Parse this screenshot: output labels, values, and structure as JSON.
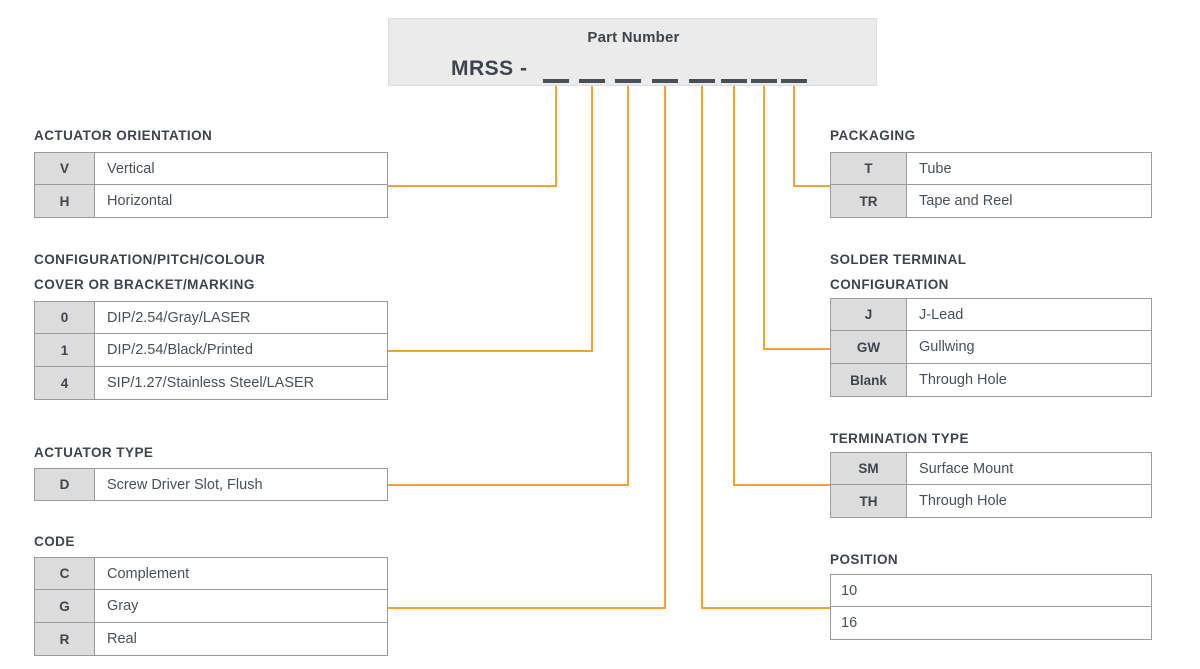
{
  "theme": {
    "connector_color": "#F5A22D",
    "header_fill": "#ebebeb",
    "code_cell_fill": "#dcdcdc",
    "border_color": "#9b9b9b",
    "text_color": "#3f444c"
  },
  "header": {
    "title": "Part Number",
    "prefix": "MRSS -",
    "blank_count": 8
  },
  "sections": [
    {
      "id": "actuator-orientation",
      "title": "ACTUATOR ORIENTATION",
      "has_code_column": true,
      "rows": [
        {
          "code": "V",
          "desc": "Vertical"
        },
        {
          "code": "H",
          "desc": "Horizontal"
        }
      ]
    },
    {
      "id": "configuration",
      "title": "CONFIGURATION/PITCH/COLOUR\nCOVER OR BRACKET/MARKING",
      "has_code_column": true,
      "rows": [
        {
          "code": "0",
          "desc": "DIP/2.54/Gray/LASER"
        },
        {
          "code": "1",
          "desc": "DIP/2.54/Black/Printed"
        },
        {
          "code": "4",
          "desc": "SIP/1.27/Stainless Steel/LASER"
        }
      ]
    },
    {
      "id": "actuator-type",
      "title": "ACTUATOR TYPE",
      "has_code_column": true,
      "rows": [
        {
          "code": "D",
          "desc": "Screw Driver Slot, Flush"
        }
      ]
    },
    {
      "id": "code",
      "title": "CODE",
      "has_code_column": true,
      "rows": [
        {
          "code": "C",
          "desc": "Complement"
        },
        {
          "code": "G",
          "desc": "Gray"
        },
        {
          "code": "R",
          "desc": "Real"
        }
      ]
    },
    {
      "id": "packaging",
      "title": "PACKAGING",
      "has_code_column": true,
      "rows": [
        {
          "code": "T",
          "desc": "Tube"
        },
        {
          "code": "TR",
          "desc": "Tape and Reel"
        }
      ]
    },
    {
      "id": "solder-terminal",
      "title": "SOLDER TERMINAL\nCONFIGURATION",
      "has_code_column": true,
      "rows": [
        {
          "code": "J",
          "desc": "J-Lead"
        },
        {
          "code": "GW",
          "desc": "Gullwing"
        },
        {
          "code": "Blank",
          "desc": "Through Hole"
        }
      ]
    },
    {
      "id": "termination-type",
      "title": "TERMINATION TYPE",
      "has_code_column": true,
      "rows": [
        {
          "code": "SM",
          "desc": "Surface Mount"
        },
        {
          "code": "TH",
          "desc": "Through Hole"
        }
      ]
    },
    {
      "id": "position",
      "title": "POSITION",
      "has_code_column": false,
      "rows": [
        {
          "code": "",
          "desc": "10"
        },
        {
          "code": "",
          "desc": "16"
        }
      ]
    }
  ],
  "connectors": [
    {
      "id": "connector-actuator-orientation",
      "blank_index": 1,
      "target": "actuator-orientation"
    },
    {
      "id": "connector-configuration",
      "blank_index": 2,
      "target": "configuration"
    },
    {
      "id": "connector-actuator-type",
      "blank_index": 3,
      "target": "actuator-type"
    },
    {
      "id": "connector-code",
      "blank_index": 4,
      "target": "code"
    },
    {
      "id": "connector-position",
      "blank_index": 5,
      "target": "position"
    },
    {
      "id": "connector-termination-type",
      "blank_index": 6,
      "target": "termination-type"
    },
    {
      "id": "connector-solder-terminal",
      "blank_index": 7,
      "target": "solder-terminal"
    },
    {
      "id": "connector-packaging",
      "blank_index": 8,
      "target": "packaging"
    }
  ]
}
